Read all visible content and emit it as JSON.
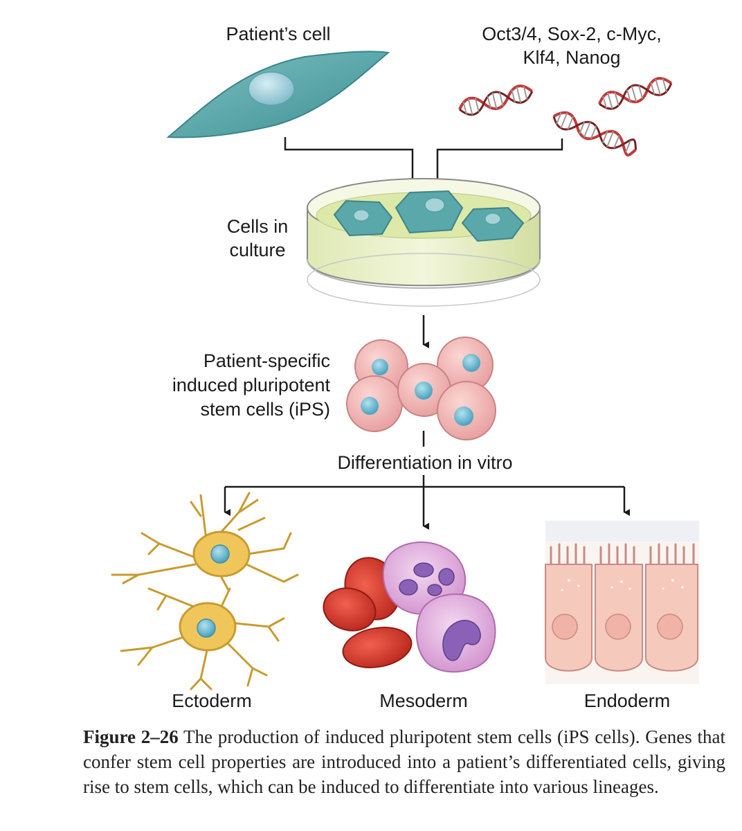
{
  "labels": {
    "patient_cell": "Patient’s cell",
    "genes_line1": "Oct3/4, Sox-2, c-Myc,",
    "genes_line2": "Klf4, Nanog",
    "culture_line1": "Cells in",
    "culture_line2": "culture",
    "ips_line1": "Patient-specific",
    "ips_line2": "induced pluripotent",
    "ips_line3": "stem cells (iPS)",
    "differentiation": "Differentiation in vitro",
    "ectoderm": "Ectoderm",
    "mesoderm": "Mesoderm",
    "endoderm": "Endoderm"
  },
  "caption": {
    "figure_label": "Figure 2–26",
    "text": " The production of induced pluripotent stem cells (iPS cells). Genes that confer stem cell properties are introduced into a patient’s differentiated cells, giving rise to stem cells, which can be induced to differentiate into various lineages."
  },
  "colors": {
    "fibroblast": "#4f9da0",
    "culture_cell": "#5aa8aa",
    "ips_cell": "#eca8a8",
    "nucleus": "#5fb4cc",
    "neuron": "#f0c65a",
    "rbc": "#d9362a",
    "wbc": "#dca2d8",
    "epithelium": "#f6c9bd",
    "dna_strand": "#c23a3a"
  }
}
